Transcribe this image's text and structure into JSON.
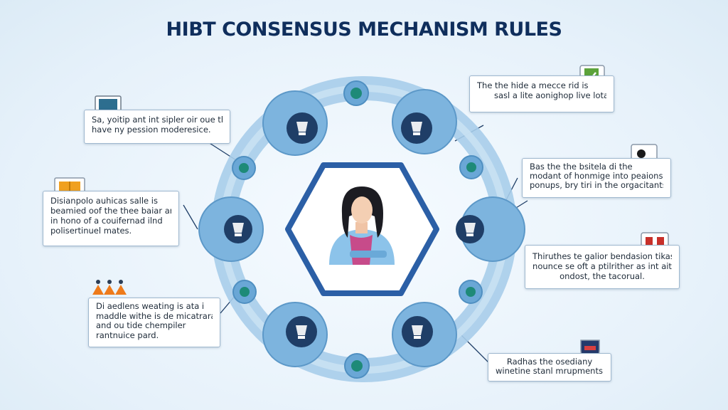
{
  "title": "HIBT CONSENSUS MECHANISM RULES",
  "callouts": [
    {
      "id": "top-right",
      "lines": [
        "The the hide a mecce rid is",
        "sasl a lite aonighop live lotaid."
      ]
    },
    {
      "id": "upper-left",
      "lines": [
        "Sa, yoitip ant int sipler oir oue the",
        "have ny pession moderesice."
      ]
    },
    {
      "id": "right-upper",
      "lines": [
        "Bas the the bsitela di the",
        "modant of honmige into peaions,",
        "ponups, bry tiri in the orgacitants."
      ]
    },
    {
      "id": "left-middle",
      "lines": [
        "Disianpolo auhicas salle is",
        "beamied oof the thee baiar and",
        "in hono of a couifernad ilnd",
        "polisertinuel mates."
      ]
    },
    {
      "id": "right-middle",
      "lines": [
        "Thiruthes te galior bendasion tikas",
        "nounce se oft a ptilrither as int ait",
        "ondost, the tacorual."
      ]
    },
    {
      "id": "lower-left",
      "lines": [
        "Di aedlens weating is ata i",
        "maddle withe is de micatrara",
        "and ou tide chempiler",
        "rantnuice pard."
      ]
    },
    {
      "id": "bottom-right",
      "lines": [
        "Radhas the osediany",
        "winetine stanl mrupments."
      ]
    }
  ],
  "colors": {
    "title": "#0f2e5c",
    "ring": "#8fbfe2",
    "node": "#6aa7d6",
    "node_dark": "#1f3e67",
    "small_node": "#1e8a78",
    "hexagon": "#2b5fa6",
    "callout_border": "#9fb8cf"
  },
  "icons": [
    "lightbulb-icon",
    "connector-node-icon",
    "person-icon"
  ]
}
